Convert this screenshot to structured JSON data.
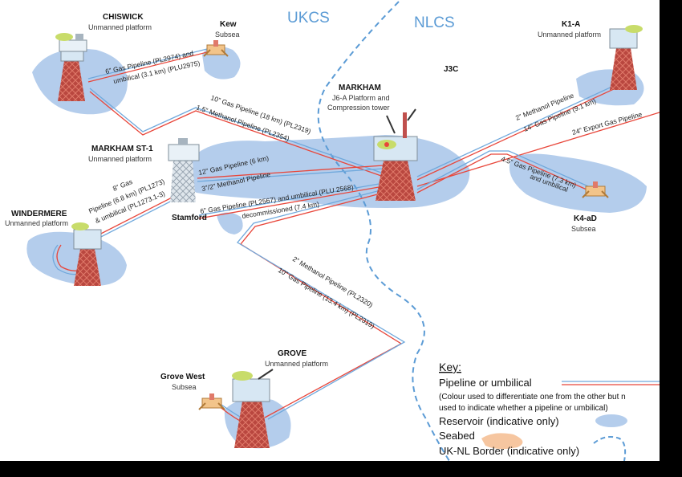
{
  "zones": {
    "left": "UKCS",
    "right": "NLCS"
  },
  "facilities": {
    "chiswick": {
      "name": "CHISWICK",
      "type": "Unmanned platform"
    },
    "kew": {
      "name": "Kew",
      "type": "Subsea"
    },
    "markham": {
      "name": "MARKHAM",
      "line1": "J6-A Platform and",
      "line2": "Compression tower"
    },
    "markham_st1": {
      "name": "MARKHAM ST-1",
      "type": "Unmanned platform"
    },
    "windermere": {
      "name": "WINDERMERE",
      "type": "Unmanned platform"
    },
    "k1a": {
      "name": "K1-A",
      "type": "Unmanned platform"
    },
    "j3c": {
      "name": "J3C"
    },
    "k4ad": {
      "name": "K4-aD",
      "type": "Subsea"
    },
    "stamford": {
      "name": "Stamford"
    },
    "grove": {
      "name": "GROVE",
      "type": "Unmanned platform"
    },
    "grove_west": {
      "name": "Grove West",
      "type": "Subsea"
    }
  },
  "pipelines": {
    "kew_1": "6” Gas Pipeline (PL2974) and",
    "kew_2": "umbilical (3.1 km) (PLU2975)",
    "chiswick_gas": "10” Gas Pipeline (18 km) (PL2319)",
    "chiswick_meoh": "1.5” Methanol Pipeline (PL2354)",
    "st1_gas": "12” Gas Pipeline (6 km)",
    "st1_meoh": "3”/2” Methanol Pipeline",
    "wind_1": "8” Gas",
    "wind_2": "Pipeline (6.8 km) (PL1273)",
    "wind_3": "& umbilical (PL1273.1-3)",
    "stamford_1": "6” Gas Pipeline (PL2567) and umbilical (PLU 2568)",
    "stamford_2": "decommissioned (7.4 km)",
    "k1a_meoh": "2” Methanol Pipeline",
    "k1a_gas": "14” Gas Pipeline (9.1 km)",
    "export": "24” Export Gas Pipeline",
    "k4_1": "4.5” Gas Pipeline (7.3 km)",
    "k4_2": "and umbilical",
    "grove_meoh": "2” Methanol Pipeline (PL2320)",
    "grove_gas": "10” Gas Pipeline (13.4 km) (PL2319)"
  },
  "key": {
    "title": "Key:",
    "pipeline": "Pipeline or umbilical",
    "note_1": "(Colour used to differentiate one from the other but n",
    "note_2": "used to indicate whether a pipeline or umbilical)",
    "reservoir": "Reservoir (indicative only)",
    "seabed": "Seabed",
    "border": "UK-NL Border (indicative only)"
  },
  "colors": {
    "reservoir": "#b4cdec",
    "seabed": "#f6c6a0",
    "border": "#5b9bd5",
    "gas_line": "#e8463a",
    "umbilical_line": "#6fa8dc",
    "jacket": "#c0504d",
    "deck": "#d7e7f3"
  }
}
